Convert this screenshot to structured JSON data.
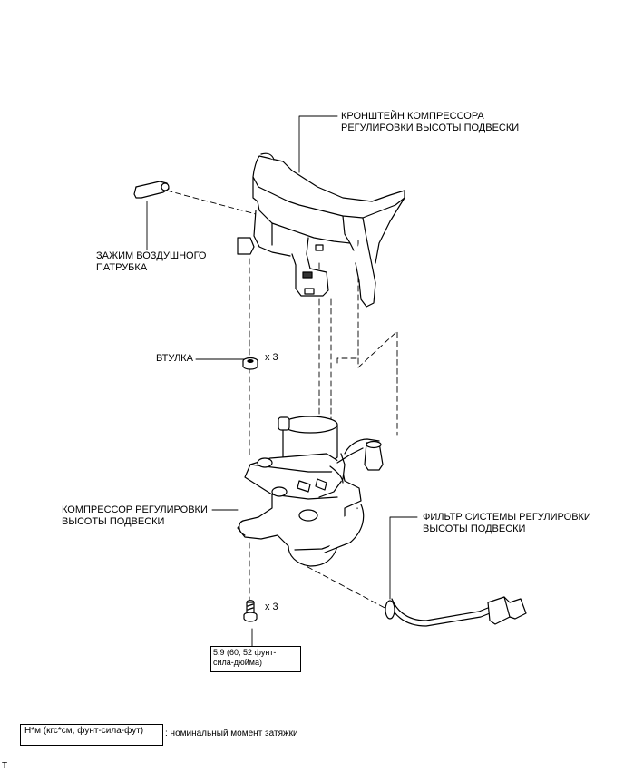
{
  "labels": {
    "bracket": [
      "КРОНШТЕЙН КОМПРЕССОРА",
      "РЕГУЛИРОВКИ ВЫСОТЫ ПОДВЕСКИ"
    ],
    "clip": [
      "ЗАЖИМ ВОЗДУШНОГО",
      "ПАТРУБКА"
    ],
    "bushing": "ВТУЛКА",
    "bushing_qty": "x 3",
    "compressor": [
      "КОМПРЕССОР РЕГУЛИРОВКИ",
      "ВЫСОТЫ ПОДВЕСКИ"
    ],
    "filter": [
      "ФИЛЬТР СИСТЕМЫ РЕГУЛИРОВКИ",
      "ВЫСОТЫ ПОДВЕСКИ"
    ],
    "bolt_qty": "x 3",
    "torque": [
      "5,9 (60, 52 фунт-",
      "сила-дюйма)"
    ]
  },
  "legend": {
    "unit": "Н*м (кгс*см, фунт-сила-фут)",
    "desc": ": номинальный момент затяжки"
  },
  "corner_mark": "T"
}
